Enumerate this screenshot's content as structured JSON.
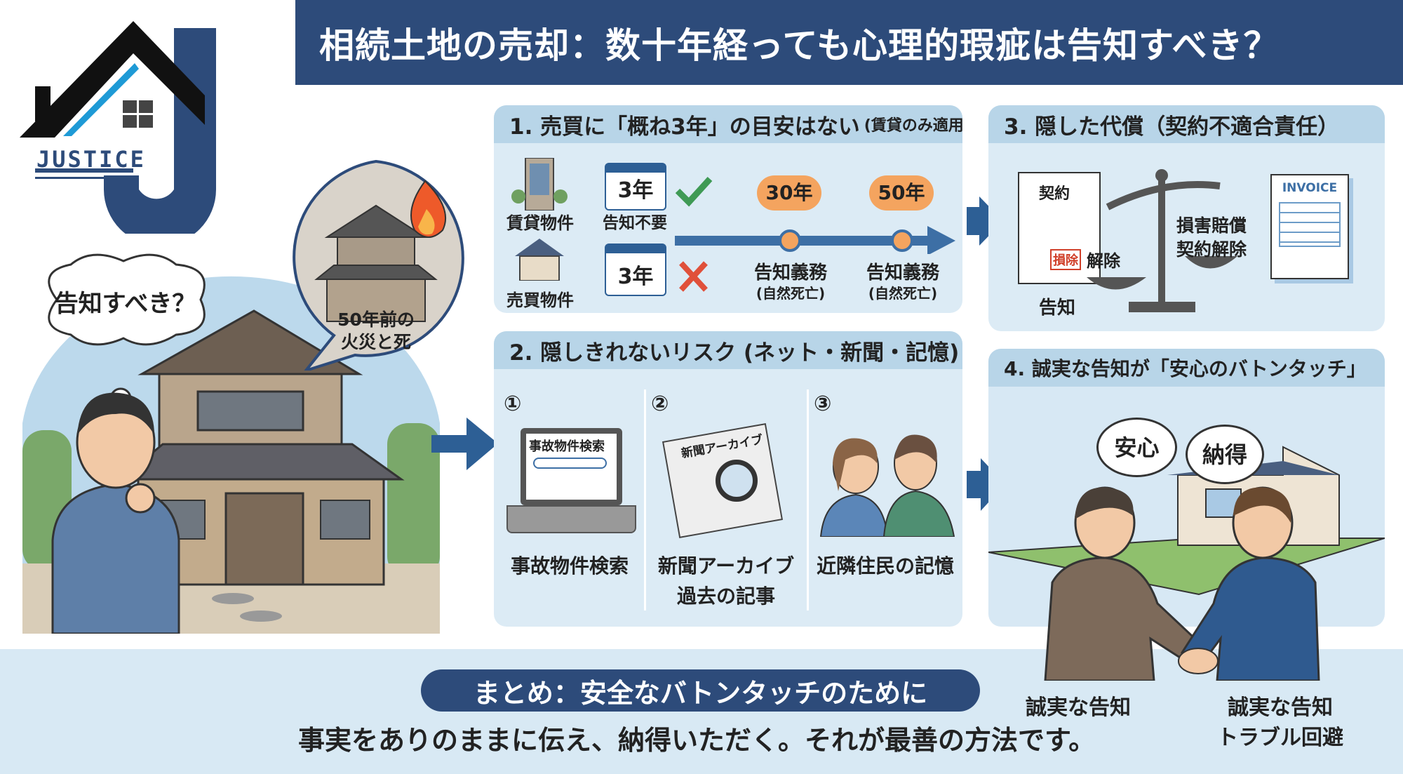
{
  "logo": {
    "text": "JUSTICE"
  },
  "title": "相続土地の売却：数十年経っても心理的瑕疵は告知すべき？",
  "left": {
    "thought": "告知すべき？",
    "memory_caption_1": "50年前の",
    "memory_caption_2": "火災と死"
  },
  "panel1": {
    "title": "1. 売買に「概ね3年」の目安はない",
    "title_note": "(賃貸のみ適用)",
    "rental_label": "賃貸物件",
    "sale_label": "売買物件",
    "calendar_rental": "3年",
    "calendar_sale": "3年",
    "rental_result": "告知不要",
    "markers": [
      {
        "year": "30年",
        "label": "告知義務",
        "sub": "(自然死亡)"
      },
      {
        "year": "50年",
        "label": "告知義務",
        "sub": "(自然死亡)"
      }
    ]
  },
  "panel2": {
    "title": "2. 隠しきれないリスク (ネット・新聞・記憶)",
    "items": [
      {
        "num": "①",
        "screen_title": "事故物件検索",
        "label": "事故物件検索",
        "label2": ""
      },
      {
        "num": "②",
        "paper_title": "新聞アーカイブ",
        "label": "新聞アーカイブ",
        "label2": "過去の記事"
      },
      {
        "num": "③",
        "label": "近隣住民の記憶",
        "label2": ""
      }
    ]
  },
  "panel3": {
    "title": "3. 隠した代償（契約不適合責任）",
    "contract": "契約",
    "stamp": "損除",
    "left_pan": "解除",
    "right_pan_1": "損害賠償",
    "right_pan_2": "契約解除",
    "notice": "告知",
    "invoice": "INVOICE"
  },
  "panel4": {
    "title": "4. 誠実な告知が「安心のバトンタッチ」",
    "bubble_left": "安心",
    "bubble_right": "納得",
    "caption_left": "誠実な告知",
    "caption_right_1": "誠実な告知",
    "caption_right_2": "トラブル回避"
  },
  "summary": {
    "heading": "まとめ：安全なバトンタッチのために",
    "text": "事実をありのままに伝え、納得いただく。それが最善の方法です。"
  },
  "colors": {
    "navy": "#2d4b7a",
    "panel": "#dcebf5",
    "header": "#b8d5e8",
    "orange": "#f4a45f"
  }
}
